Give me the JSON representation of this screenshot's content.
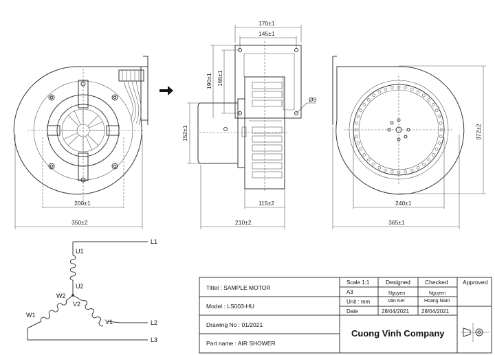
{
  "dimensions": {
    "front_width": "200±1",
    "front_overall": "350±2",
    "side_170": "170±1",
    "side_145": "145±1",
    "side_190": "190±1",
    "side_165": "165±1",
    "side_152": "152±1",
    "side_hole": "Ø9",
    "side_115": "115±2",
    "side_210": "210±2",
    "rear_240": "240±1",
    "rear_365": "365±1",
    "rear_372": "372±2"
  },
  "wiring": {
    "L1": "L1",
    "L2": "L2",
    "L3": "L3",
    "U1": "U1",
    "U2": "U2",
    "V1": "V1",
    "V2": "V2",
    "W1": "W1",
    "W2": "W2"
  },
  "title_block": {
    "title": "Tittel : SAMPLE MOTOR",
    "model": "Model : LS003-HU",
    "drawing_no": "Drawing No : 01/2021",
    "part_name": "Part name : AIR SHOWER",
    "scale": "Scale 1:1",
    "size": "A3",
    "unit": "Unit : mm",
    "date_label": "Date",
    "designed_label": "Designed",
    "checked_label": "Checked",
    "approved_label": "Approved",
    "designer_1": "Nguyen",
    "designer_2": "Van Ket",
    "checker_1": "Nguyen",
    "checker_2": "Hoang Nam",
    "designed_date": "28/04/2021",
    "checked_date": "28/04/2021",
    "company": "Cuong Vinh Company"
  }
}
